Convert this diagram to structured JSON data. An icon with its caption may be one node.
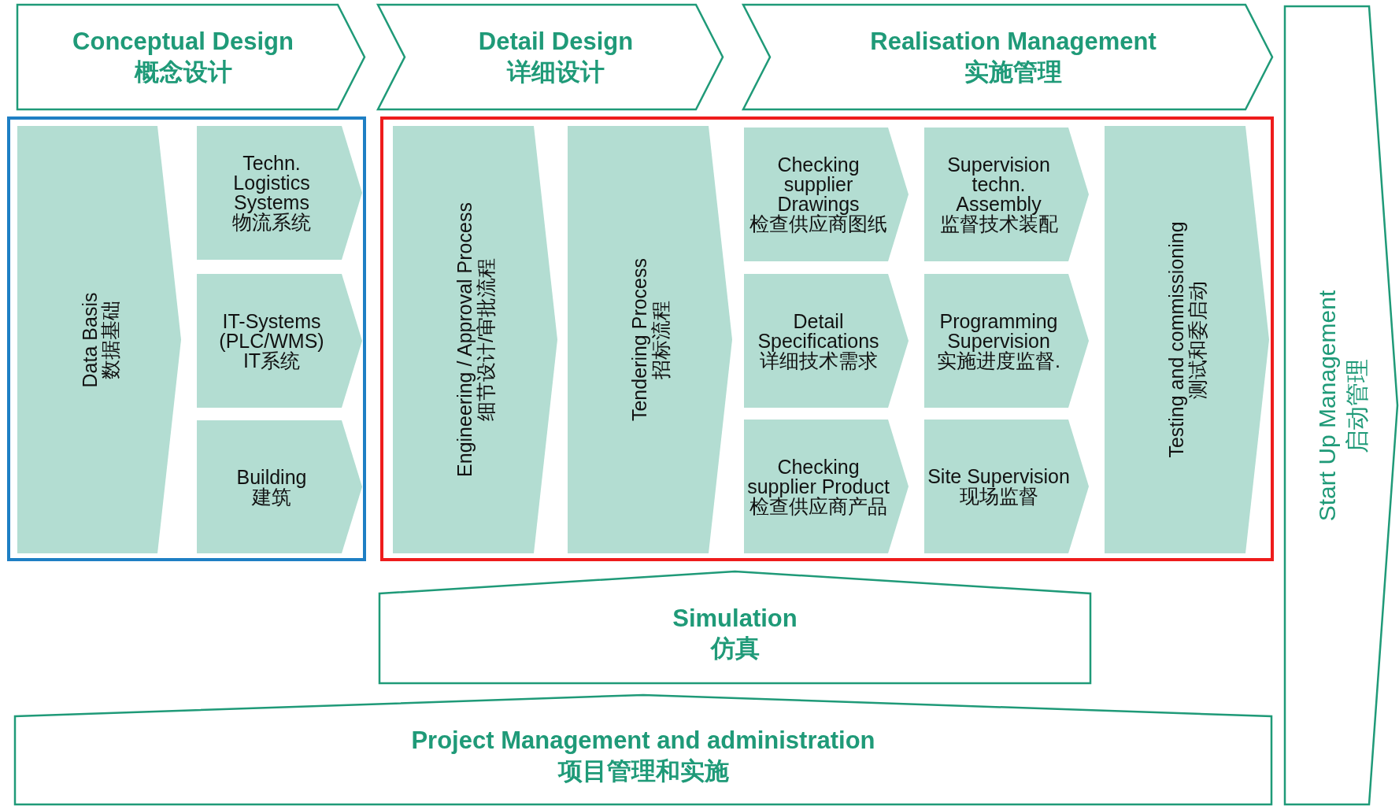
{
  "diagram": {
    "nodes": [
      {
        "text": [
          "Conceptual Design",
          "概念设计"
        ]
      },
      {
        "text": [
          "Detail Design",
          "详细设计"
        ]
      },
      {
        "text": [
          "Realisation Management",
          "实施管理"
        ]
      },
      {
        "text": [],
        "shape": "box"
      },
      {
        "text": [
          "Data Basis",
          "数据基础"
        ],
        "in": 3
      },
      {
        "text": [
          "Techn. Logistics Systems",
          "物流系统"
        ],
        "in": 3
      },
      {
        "text": [
          "IT-Systems (PLC/WMS)",
          "IT系统"
        ],
        "in": 3
      },
      {
        "text": [
          "Building",
          "建筑"
        ],
        "in": 3
      },
      {
        "text": [],
        "shape": "box"
      },
      {
        "text": [
          "Engineering / Approval Process",
          "细节设计/审批流程"
        ],
        "in": 8
      },
      {
        "text": [
          "Tendering Process",
          "招标流程"
        ],
        "in": 8
      },
      {
        "text": [
          "Checking supplier Drawings",
          "检查供应商图纸"
        ],
        "in": 8
      },
      {
        "text": [
          "Supervision techn. Assembly",
          "监督技术装配"
        ],
        "in": 8
      },
      {
        "text": [
          "Detail Specifications",
          "详细技术需求"
        ],
        "in": 8
      },
      {
        "text": [
          "Programming Supervision",
          "实施进度监督."
        ],
        "in": 8
      },
      {
        "text": [
          "Checking supplier Product",
          "检查供应商产品"
        ],
        "in": 8
      },
      {
        "text": [
          "Site Supervision",
          "现场监督"
        ],
        "in": 8
      },
      {
        "text": [
          "Testing and commissioning",
          "测试和委启动"
        ],
        "in": 8
      },
      {
        "text": [
          "Start Up Management",
          "启动管理"
        ]
      },
      {
        "text": [
          "Simulation",
          "仿真"
        ]
      },
      {
        "text": [
          "Project Management and  administration",
          "项目管理和实施"
        ]
      }
    ]
  }
}
